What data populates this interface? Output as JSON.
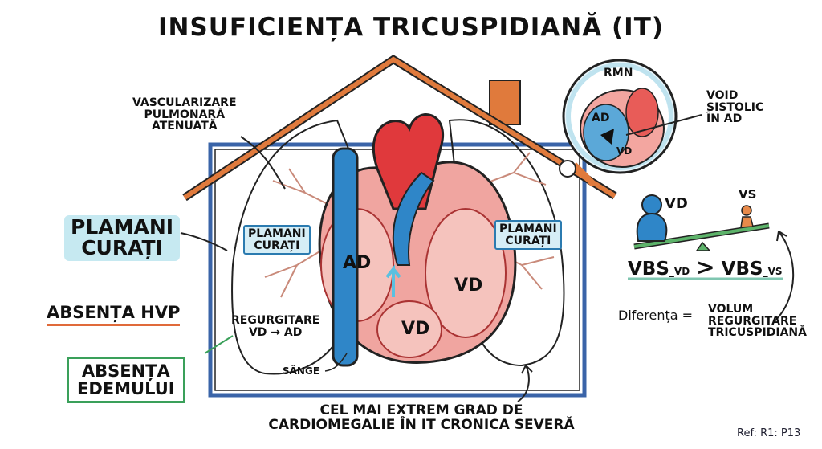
{
  "title": "INSUFICIENȚA TRICUSPIDIANĂ (IT)",
  "labels": {
    "vascularization": [
      "VASCULARIZARE",
      "PULMONARĂ",
      "ATENUATĂ"
    ],
    "clear_lungs_big": [
      "PLAMANI",
      "CURAȚI"
    ],
    "clear_lungs_left": [
      "PLAMANI",
      "CURAȚI"
    ],
    "clear_lungs_right": [
      "PLAMANI",
      "CURAȚI"
    ],
    "absence_hvp": "ABSENȚA HVP",
    "absence_edema": [
      "ABSENȚA",
      "EDEMULUI"
    ],
    "regurgitation": [
      "REGURGITARE",
      "VD → AD"
    ],
    "blood": "SÂNGE",
    "heart_ad": "AD",
    "heart_vd_lower": "VD",
    "heart_vd_right": "VD",
    "cardiomegaly": [
      "CEL MAI EXTREM GRAD DE",
      "CARDIOMEGALIE ÎN IT CRONICA SEVERĂ"
    ]
  },
  "mri": {
    "title": "RMN",
    "ad": "AD",
    "vd": "VD",
    "void": [
      "VOID",
      "SISTOLIC",
      "ÎN AD"
    ]
  },
  "seesaw": {
    "left": "VD",
    "right": "VS",
    "equation": {
      "lhs": "VBS",
      "lhs_sub": "_VD",
      "op": ">",
      "rhs": "VBS",
      "rhs_sub": "_VS"
    },
    "difference_label": "Diferența =",
    "difference_value": [
      "VOLUM",
      "REGURGITARE",
      "TRICUSPIDIANĂ"
    ]
  },
  "reference": "Ref: R1: P13",
  "colors": {
    "roof": "#e07a3c",
    "wall": "#3a64a8",
    "vein": "#2f86c8",
    "aorta": "#e0393c",
    "heart": "#f0a5a0",
    "green": "#3aa05a",
    "highlight": "#c6e9f1"
  }
}
